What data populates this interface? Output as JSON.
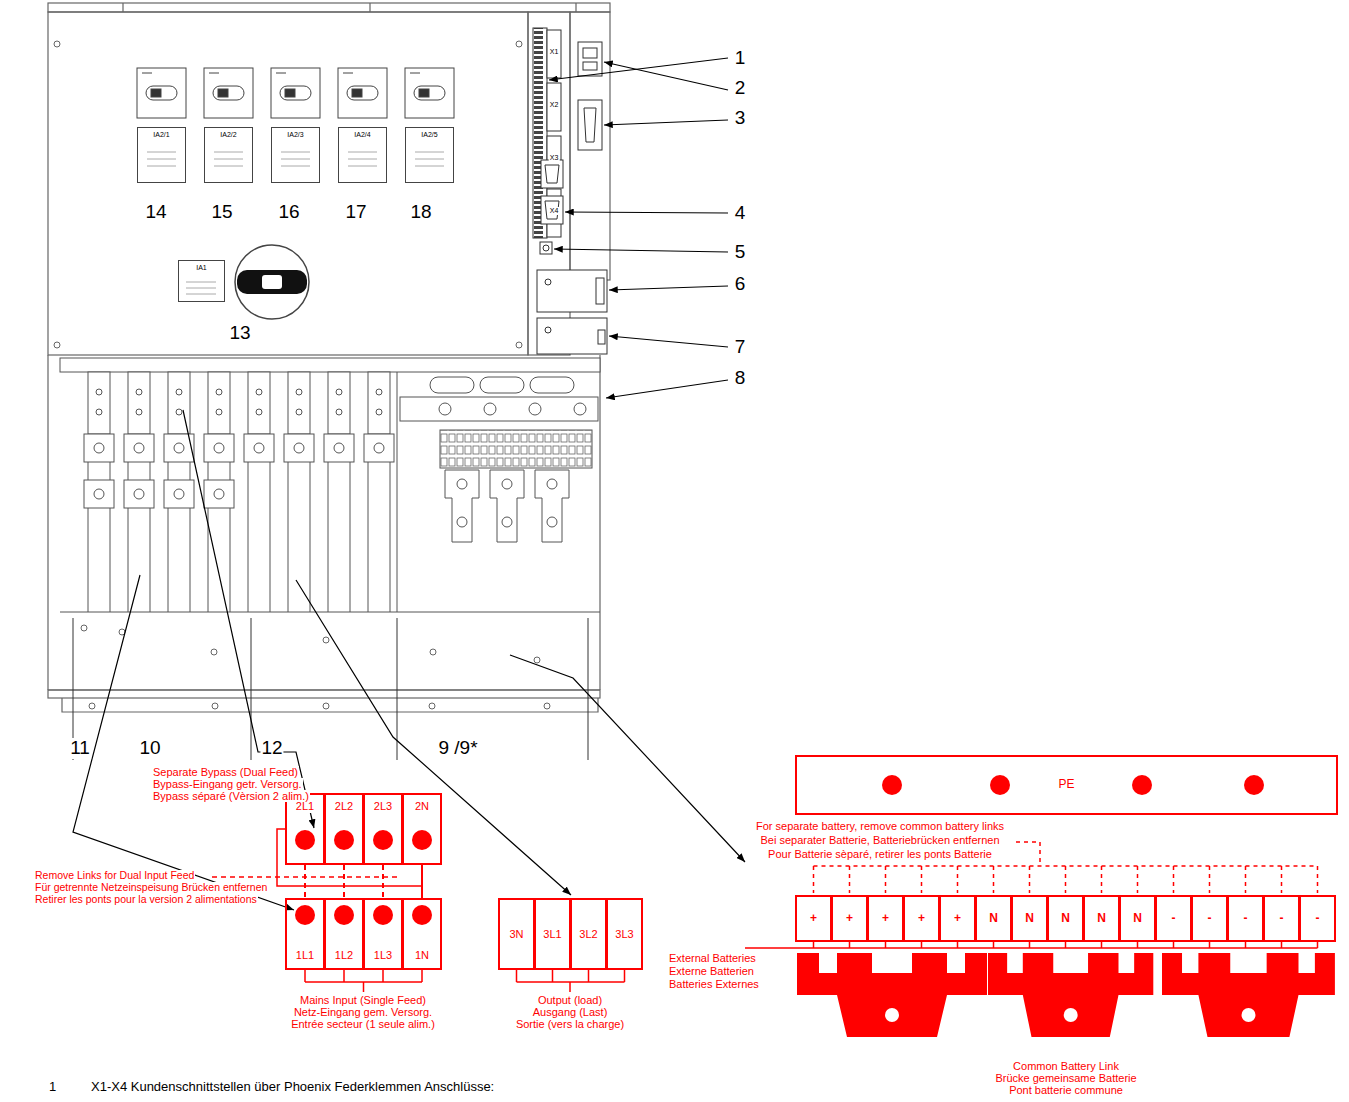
{
  "diagram": {
    "nodes": [
      {
        "text": [
          "IA2/1"
        ]
      },
      {
        "text": [
          "IA2/2"
        ]
      },
      {
        "text": [
          "IA2/3"
        ]
      },
      {
        "text": [
          "IA2/4"
        ]
      },
      {
        "text": [
          "IA2/5"
        ]
      },
      {
        "text": [
          "IA1"
        ]
      },
      {
        "text": [
          "2L1"
        ]
      },
      {
        "text": [
          "2L2"
        ]
      },
      {
        "text": [
          "2L3"
        ]
      },
      {
        "text": [
          "2N"
        ]
      },
      {
        "text": [
          "1L1"
        ]
      },
      {
        "text": [
          "1L2"
        ]
      },
      {
        "text": [
          "1L3"
        ]
      },
      {
        "text": [
          "1N"
        ]
      },
      {
        "text": [
          "3N"
        ]
      },
      {
        "text": [
          "3L1"
        ]
      },
      {
        "text": [
          "3L2"
        ]
      },
      {
        "text": [
          "3L3"
        ]
      },
      {
        "text": [
          "PE"
        ]
      },
      {
        "text": [
          "+"
        ]
      },
      {
        "text": [
          "+"
        ]
      },
      {
        "text": [
          "+"
        ]
      },
      {
        "text": [
          "+"
        ]
      },
      {
        "text": [
          "+"
        ]
      },
      {
        "text": [
          "N"
        ]
      },
      {
        "text": [
          "N"
        ]
      },
      {
        "text": [
          "N"
        ]
      },
      {
        "text": [
          "N"
        ]
      },
      {
        "text": [
          "N"
        ]
      },
      {
        "text": [
          "-"
        ]
      },
      {
        "text": [
          "-"
        ]
      },
      {
        "text": [
          "-"
        ]
      },
      {
        "text": [
          "-"
        ]
      },
      {
        "text": [
          "-"
        ]
      }
    ],
    "edges": [
      {
        "from": 6,
        "to": 10,
        "arrow": "none"
      },
      {
        "from": 7,
        "to": 11,
        "arrow": "none"
      },
      {
        "from": 8,
        "to": 12,
        "arrow": "none"
      },
      {
        "from": 9,
        "to": 13,
        "arrow": "none"
      }
    ],
    "labels": [
      "1",
      "2",
      "3",
      "4",
      "5",
      "6",
      "7",
      "8",
      "14",
      "15",
      "16",
      "17",
      "18",
      "13",
      "X1",
      "X2",
      "X3",
      "X4",
      "11",
      "10",
      "12",
      "9 /9*",
      "Separate Bypass (Dual Feed)",
      "Bypass-Eingang getr. Versorg.",
      "Bypass séparé (Vèrsion 2 alim.)",
      "Remove Links for Dual Input Feed",
      "Für getrennte Netzeinspeisung Brücken entfernen",
      "Retirer les ponts pour la version 2 alimentations",
      "Mains Input (Single Feed)",
      "Netz-Eingang gem. Versorg.",
      "Entrée secteur (1 seule alim.)",
      "Output (load)",
      "Ausgang (Last)",
      "Sortie (vers la charge)",
      "For separate battery, remove common battery links",
      "Bei separater Batterie, Batteriebrücken entfernen",
      "Pour Batterie sèparé, retirer les ponts Batterie",
      "External Batteries",
      "Externe Batterien",
      "Batteries Externes",
      "Common Battery Link",
      "Brücke gemeinsame Batterie",
      "Pont batterie commune",
      "1",
      "X1-X4 Kundenschnittstellen über Phoenix Federklemmen Anschlüsse:"
    ]
  }
}
